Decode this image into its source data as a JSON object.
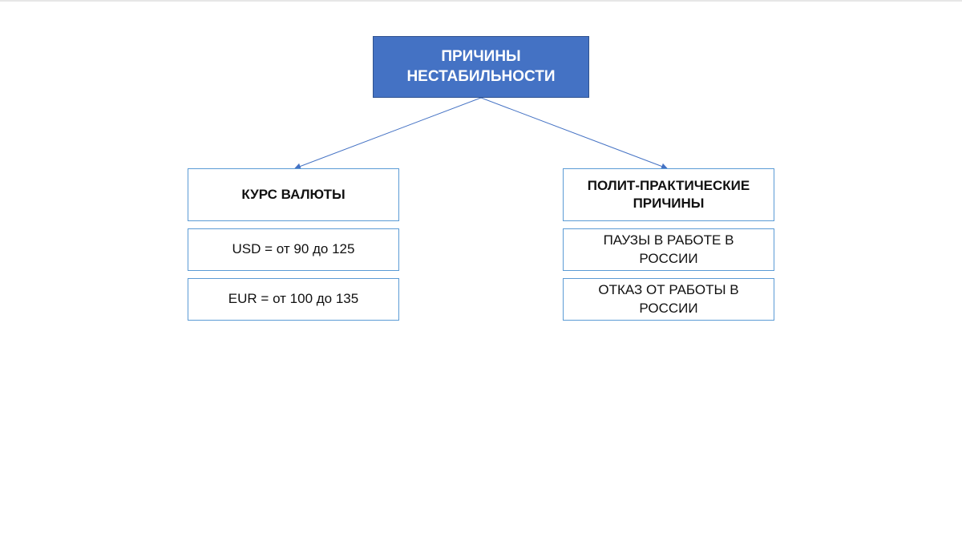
{
  "diagram": {
    "root": {
      "label": "ПРИЧИНЫ НЕСТАБИЛЬНОСТИ"
    },
    "branches": [
      {
        "heading": "КУРС ВАЛЮТЫ",
        "items": [
          "USD = от 90 до 125",
          "EUR = от 100 до 135"
        ]
      },
      {
        "heading": "ПОЛИТ-ПРАКТИЧЕСКИЕ ПРИЧИНЫ",
        "items": [
          "ПАУЗЫ В РАБОТЕ В РОССИИ",
          "ОТКАЗ ОТ РАБОТЫ В РОССИИ"
        ]
      }
    ]
  },
  "colors": {
    "root_fill": "#4472c4",
    "root_border": "#2f528f",
    "box_border": "#5b9bd5",
    "connector": "#4472c4"
  }
}
